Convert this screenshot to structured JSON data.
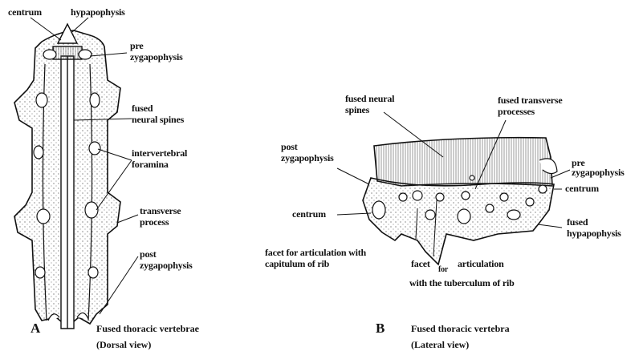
{
  "figure_a": {
    "letter": "A",
    "caption_line1": "Fused thoracic vertebrae",
    "caption_line2": "(Dorsal view)",
    "labels": {
      "centrum": "centrum",
      "hypapophysis": "hypapophysis",
      "pre_zygapophysis_1": "pre",
      "pre_zygapophysis_2": "zygapophysis",
      "fused_neural_spines_1": "fused",
      "fused_neural_spines_2": "neural spines",
      "intervertebral_foramina_1": "intervertebral",
      "intervertebral_foramina_2": "foramina",
      "transverse_process_1": "transverse",
      "transverse_process_2": "process",
      "post_zygapophysis_1": "post",
      "post_zygapophysis_2": "zygapophysis"
    }
  },
  "figure_b": {
    "letter": "B",
    "caption_line1": "Fused thoracic vertebra",
    "caption_line2": "(Lateral view)",
    "labels": {
      "fused_neural_spines_1": "fused neural",
      "fused_neural_spines_2": "spines",
      "fused_transverse_processes_1": "fused transverse",
      "fused_transverse_processes_2": "processes",
      "post_zygapophysis_1": "post",
      "post_zygapophysis_2": "zygapophysis",
      "pre_zygapophysis_1": "pre",
      "pre_zygapophysis_2": "zygapophysis",
      "centrum_left": "centrum",
      "centrum_right": "centrum",
      "fused_hypapophysis_1": "fused",
      "fused_hypapophysis_2": "hypapophysis",
      "facet_capitulum_1": "facet for articulation with",
      "facet_capitulum_2": "capitulum of rib",
      "facet_tuberculum_a": "facet",
      "facet_tuberculum_b": "for",
      "facet_tuberculum_c": "articulation",
      "facet_tuberculum_2": "with the tuberculum of rib"
    }
  }
}
